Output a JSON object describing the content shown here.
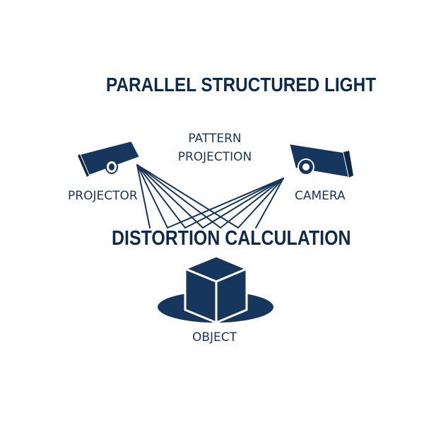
{
  "title": "PARALLEL STRUCTURED LIGHT",
  "subtitle": "DISTORTION CALCULATION",
  "labels": {
    "pattern_line1": "PATTERN",
    "pattern_line2": "PROJECTION",
    "projector": "PROJECTOR",
    "camera": "CAMERA",
    "object": "OBJECT"
  },
  "colors": {
    "navy": "#17365d",
    "text": "#1a3556",
    "title": "#0f2a4a",
    "outline": "#ffffff"
  },
  "icons": [
    "projector-icon",
    "camera-icon",
    "object-box-icon"
  ]
}
